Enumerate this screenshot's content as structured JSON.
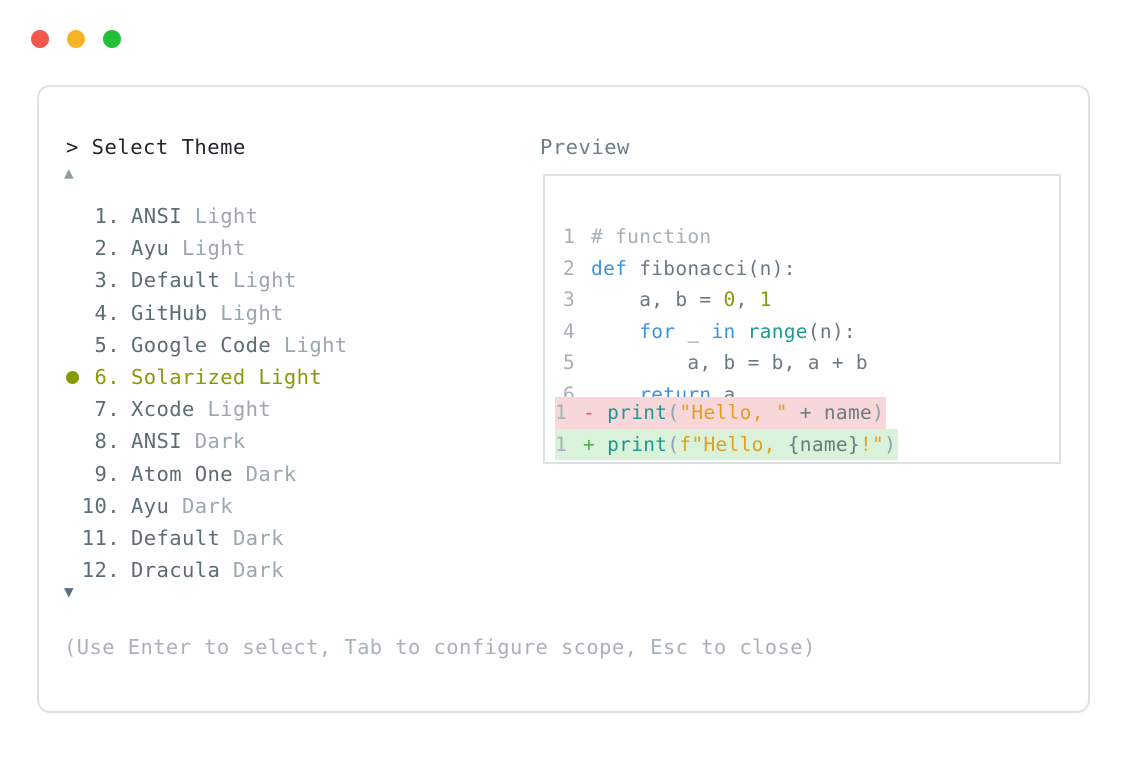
{
  "window": {
    "traffic_lights": [
      {
        "name": "close",
        "color": "#f4574e"
      },
      {
        "name": "minimize",
        "color": "#f5b426"
      },
      {
        "name": "maximize",
        "color": "#22c03a"
      }
    ]
  },
  "selector": {
    "prompt": "> Select Theme",
    "scroll_up_icon": "▲",
    "scroll_down_icon": "▼",
    "selected_index": 6,
    "items": [
      {
        "num": " 1.",
        "name": "ANSI",
        "variant": " Light"
      },
      {
        "num": " 2.",
        "name": "Ayu",
        "variant": " Light"
      },
      {
        "num": " 3.",
        "name": "Default",
        "variant": " Light"
      },
      {
        "num": " 4.",
        "name": "GitHub",
        "variant": " Light"
      },
      {
        "num": " 5.",
        "name": "Google Code",
        "variant": " Light"
      },
      {
        "num": " 6.",
        "name": "Solarized",
        "variant": " Light"
      },
      {
        "num": " 7.",
        "name": "Xcode",
        "variant": " Light"
      },
      {
        "num": " 8.",
        "name": "ANSI",
        "variant": " Dark"
      },
      {
        "num": " 9.",
        "name": "Atom One",
        "variant": " Dark"
      },
      {
        "num": "10.",
        "name": "Ayu",
        "variant": " Dark"
      },
      {
        "num": "11.",
        "name": "Default",
        "variant": " Dark"
      },
      {
        "num": "12.",
        "name": "Dracula",
        "variant": " Dark"
      }
    ],
    "hint": "(Use Enter to select, Tab to configure scope, Esc to close)"
  },
  "preview": {
    "label": "Preview",
    "code_lines": [
      {
        "number": "1",
        "tokens": [
          {
            "t": "# function",
            "c": "comment"
          }
        ]
      },
      {
        "number": "2",
        "tokens": [
          {
            "t": "def ",
            "c": "kw"
          },
          {
            "t": "fibonacci(n):",
            "c": "plain"
          }
        ]
      },
      {
        "number": "3",
        "tokens": [
          {
            "t": "    a, b = ",
            "c": "plain"
          },
          {
            "t": "0",
            "c": "num"
          },
          {
            "t": ", ",
            "c": "plain"
          },
          {
            "t": "1",
            "c": "num"
          }
        ]
      },
      {
        "number": "4",
        "tokens": [
          {
            "t": "    ",
            "c": "plain"
          },
          {
            "t": "for ",
            "c": "kw"
          },
          {
            "t": "_ ",
            "c": "plain"
          },
          {
            "t": "in ",
            "c": "kw"
          },
          {
            "t": "range",
            "c": "fn"
          },
          {
            "t": "(n):",
            "c": "plain"
          }
        ]
      },
      {
        "number": "5",
        "tokens": [
          {
            "t": "        a, b = b, a + b",
            "c": "plain"
          }
        ]
      },
      {
        "number": "6",
        "tokens": [
          {
            "t": "    ",
            "c": "plain"
          },
          {
            "t": "return ",
            "c": "kw"
          },
          {
            "t": "a",
            "c": "plain"
          }
        ]
      }
    ],
    "diff_lines": [
      {
        "number": "1",
        "sign": "-",
        "kind": "del",
        "tokens": [
          {
            "t": "print",
            "c": "fn"
          },
          {
            "t": "(",
            "c": "op"
          },
          {
            "t": "\"Hello, \"",
            "c": "str"
          },
          {
            "t": " + ",
            "c": "plain"
          },
          {
            "t": "name",
            "c": "plain"
          },
          {
            "t": ")",
            "c": "op"
          }
        ]
      },
      {
        "number": "1",
        "sign": "+",
        "kind": "add",
        "tokens": [
          {
            "t": "print",
            "c": "fn"
          },
          {
            "t": "(",
            "c": "op"
          },
          {
            "t": "f\"Hello, ",
            "c": "str"
          },
          {
            "t": "{name}",
            "c": "plain"
          },
          {
            "t": "!\"",
            "c": "str"
          },
          {
            "t": ")",
            "c": "op"
          }
        ]
      }
    ]
  },
  "colors": {
    "accent_selected": "#8a9a07",
    "keyword": "#3e93e0",
    "function": "#1a9a90",
    "string": "#e0a021",
    "number": "#8a9a07",
    "comment": "#a5b1b6",
    "diff_del_bg": "#f8d7da",
    "diff_add_bg": "#d9f2d9",
    "border": "#dde2e3"
  }
}
